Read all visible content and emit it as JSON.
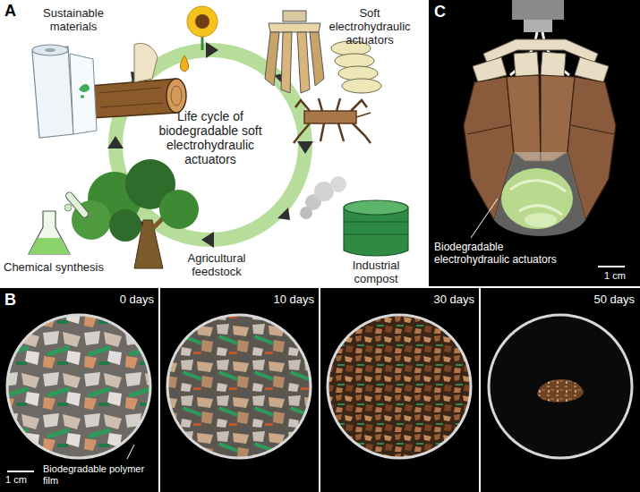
{
  "diagram": {
    "nodes": [
      {
        "text": [
          "0 days",
          "1 cm",
          "Biodegradable polymer film"
        ]
      },
      {
        "text": [
          "10 days"
        ]
      },
      {
        "text": [
          "30 days"
        ]
      },
      {
        "text": [
          "50 days"
        ]
      },
      {
        "text": [
          "Biodegradable electrohydraulic actuators",
          "1 cm"
        ]
      }
    ],
    "labels": [
      "A",
      "Sustainable materials",
      "Soft electrohydraulic actuators",
      "Life cycle of biodegradable soft electrohydraulic actuators",
      "Industrial compost",
      "Agricultural feedstock",
      "Chemical synthesis",
      "B",
      "C"
    ]
  }
}
